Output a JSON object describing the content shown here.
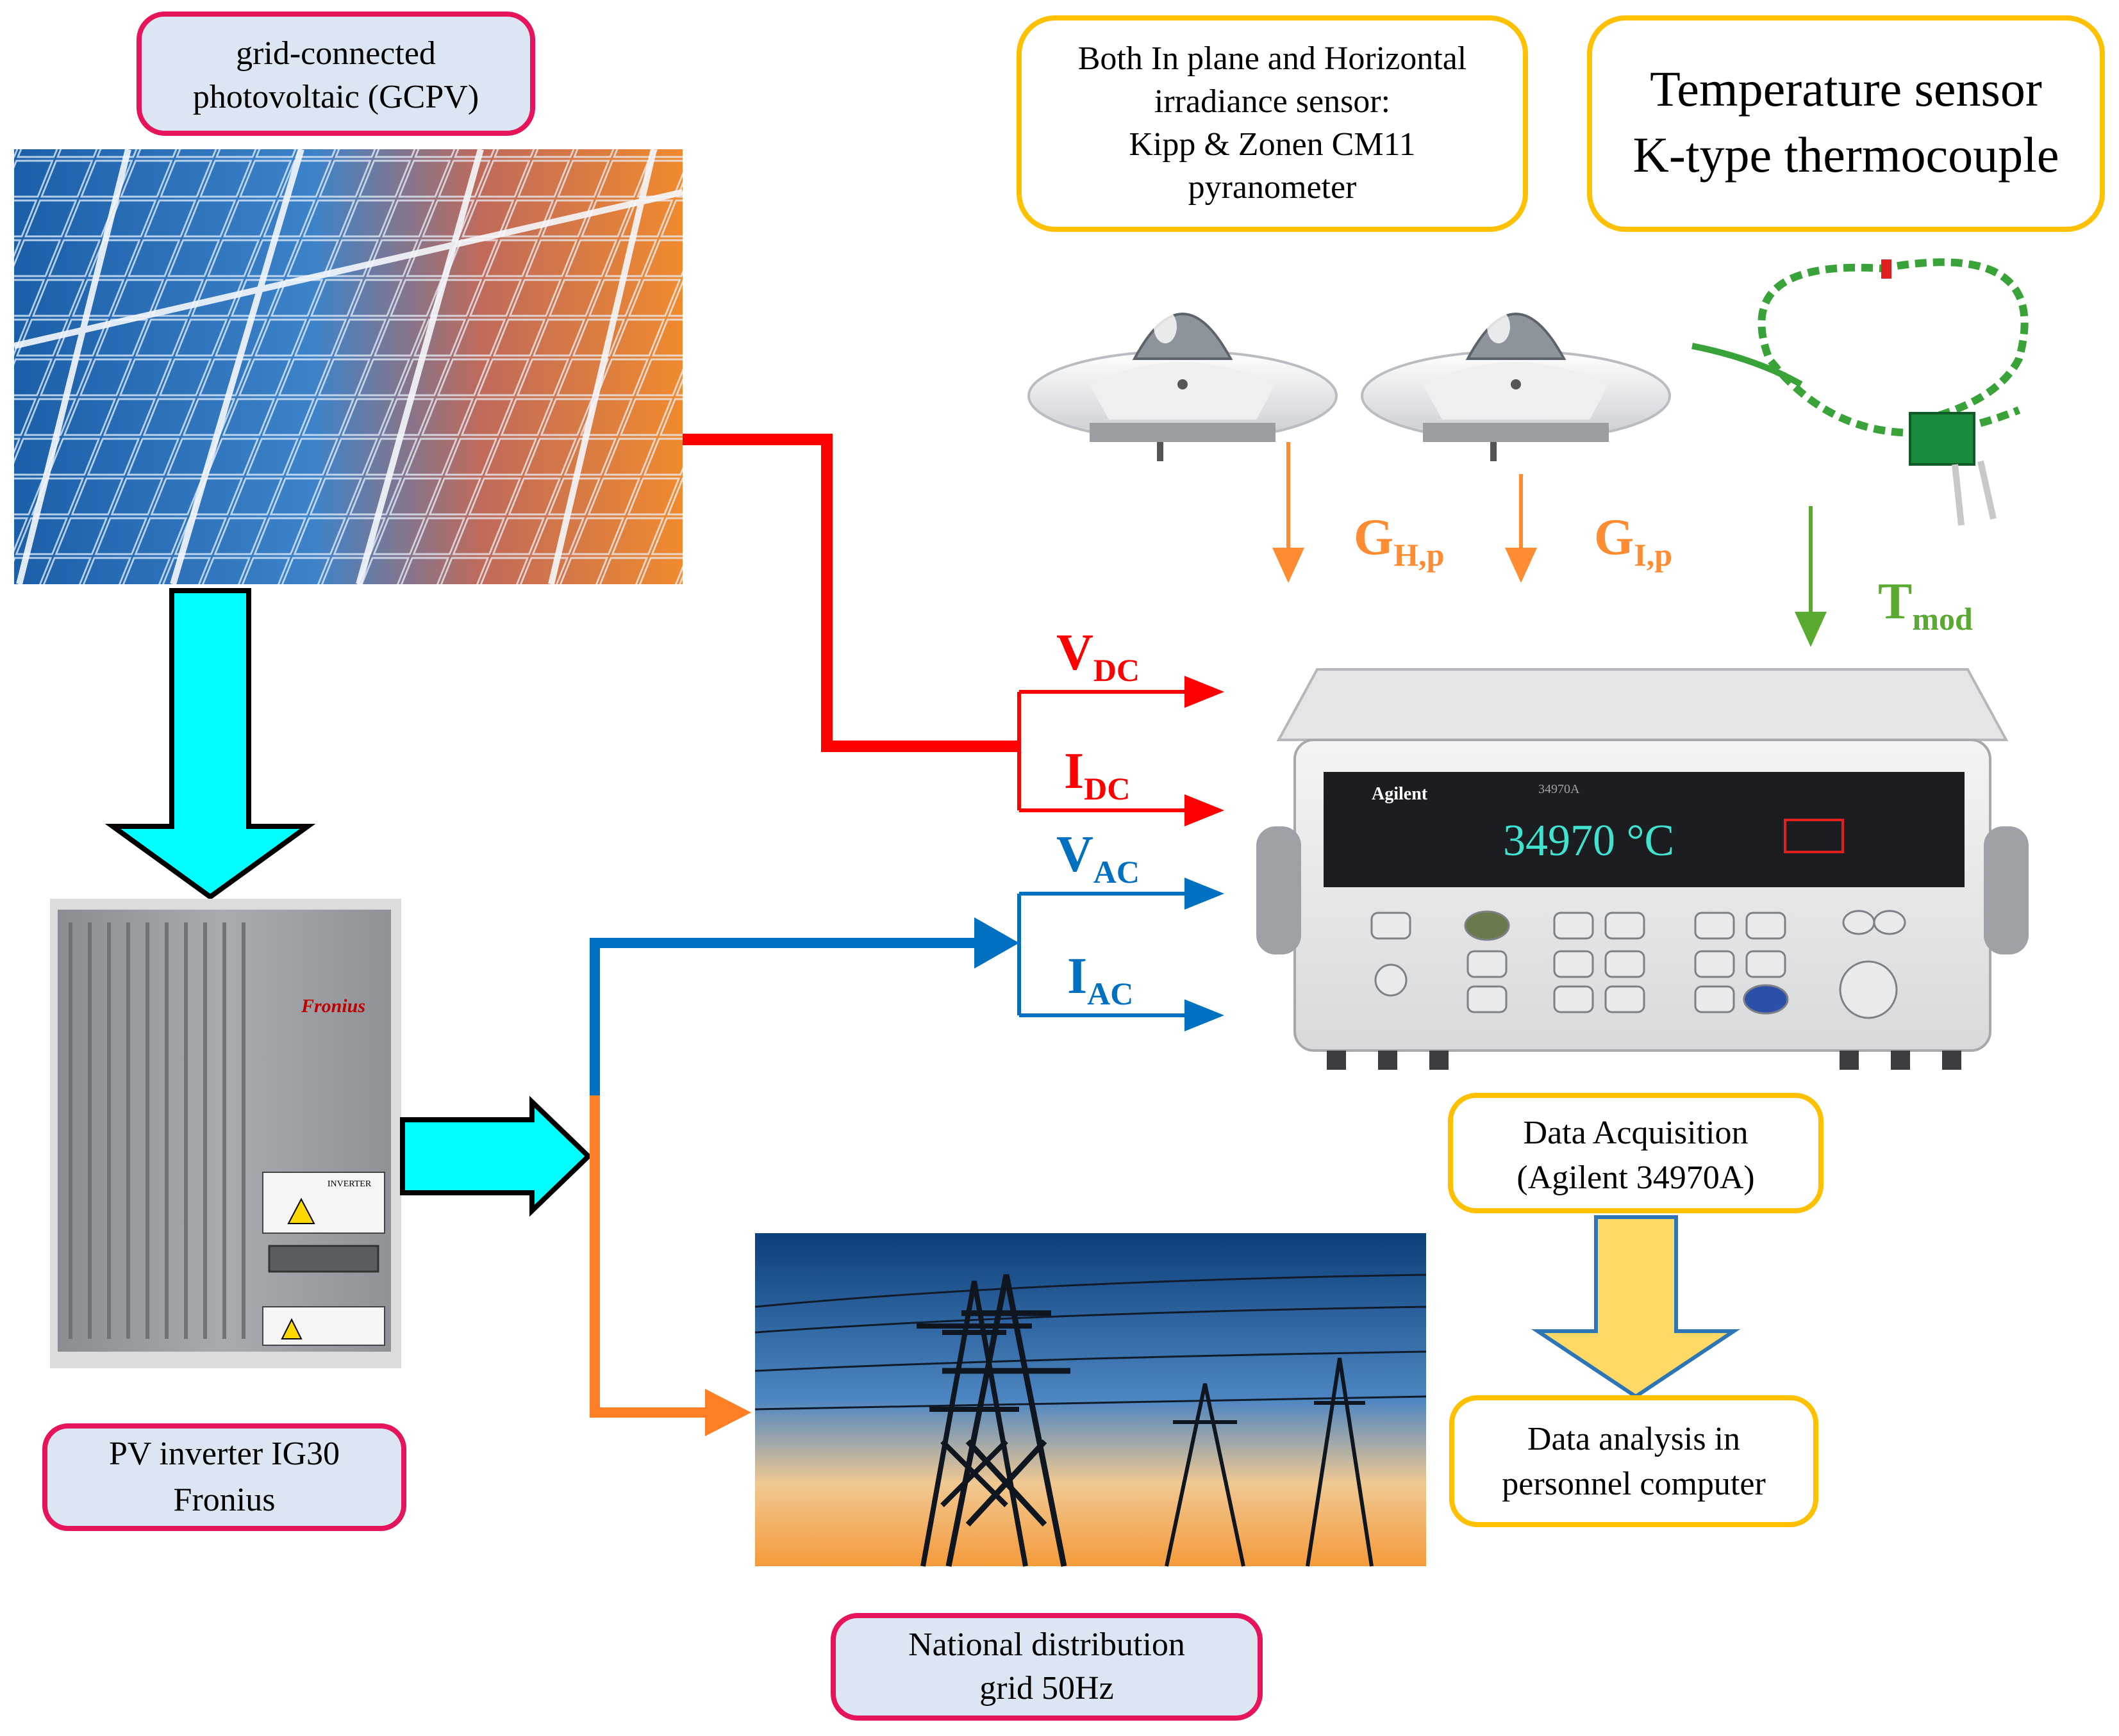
{
  "labels": {
    "gcpv": [
      "grid-connected",
      "photovoltaic (GCPV)"
    ],
    "irradiance": [
      "Both In plane and Horizontal",
      "irradiance sensor:",
      "Kipp & Zonen CM11",
      "pyranometer"
    ],
    "temperature": [
      "Temperature sensor",
      "K-type thermocouple"
    ],
    "inverter": [
      "PV inverter IG30",
      "Fronius"
    ],
    "grid": [
      "National distribution",
      "grid 50Hz"
    ],
    "daq": [
      "Data Acquisition",
      "(Agilent 34970A)"
    ],
    "analysis": [
      "Data analysis in",
      "personnel computer"
    ]
  },
  "signals": {
    "gh": {
      "main": "G",
      "sub": "H,p"
    },
    "gi": {
      "main": "G",
      "sub": "I,p"
    },
    "tmod": {
      "main": "T",
      "sub": "mod"
    },
    "vdc": {
      "main": "V",
      "sub": "DC"
    },
    "idc": {
      "main": "I",
      "sub": "DC"
    },
    "vac": {
      "main": "V",
      "sub": "AC"
    },
    "iac": {
      "main": "I",
      "sub": "AC"
    }
  },
  "device": {
    "brand": "Agilent",
    "model": "34970A",
    "display": "34970  °C"
  },
  "inverter_device": {
    "brand": "Fronius",
    "warning_title": "INVERTER"
  },
  "colors": {
    "dc": "#ff0000",
    "ac": "#0070c0",
    "grid_line": "#ff7f27",
    "sensor": "#ff8c32",
    "temp": "#5aaa32",
    "cyan": "#00ffff",
    "yellow": "#ffd966",
    "pink_border": "#e6145a",
    "gold_border": "#ffc000",
    "label_fill": "#dce6f2"
  }
}
